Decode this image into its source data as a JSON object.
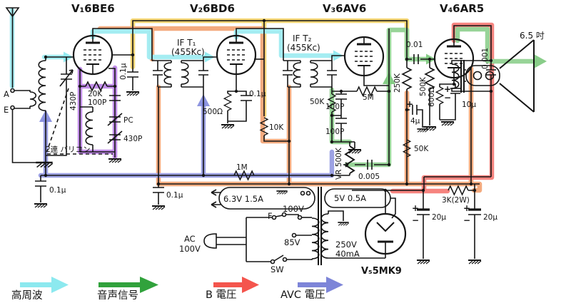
{
  "tubes": {
    "v1": "V₁6BE6",
    "v2": "V₂6BD6",
    "v3": "V₃6AV6",
    "v4": "V₄6AR5",
    "v5": "V₅5MK9"
  },
  "ift": {
    "t1a": "IF T₁",
    "t1b": "(455Kc)",
    "t2a": "IF T₂",
    "t2b": "(455Kc)"
  },
  "terminals": {
    "a": "A",
    "e": "E"
  },
  "labels": {
    "ant_cap": "430P",
    "varicon": "2連 バリコン",
    "osc_r": "20K",
    "osc_c": "100P",
    "osc_pc": "PC",
    "osc_pad": "430P",
    "scr_c": "0.1μ",
    "cath_r": "500Ω",
    "cath_c": "0.1μ",
    "scr_r": "10K",
    "avc_r": "1M",
    "avc_c": "0.1μ",
    "b_c": "0.1μ",
    "det_r": "50K",
    "det_c1": "100P",
    "det_c2": "100P",
    "det_r2": "5M",
    "vr": "VR 500K",
    "cpl1": "0.005",
    "plate_r": "250K",
    "grid_r": "500K",
    "cpl2": "0.01",
    "dec_c": "4μ",
    "dec_r": "50K",
    "out_cath_r": "600Ω",
    "out_cath_c": "10μ",
    "out_c": "0.001",
    "spk": "6.5 吋",
    "filt_r": "3K(2W)",
    "filt_c1": "20μ",
    "filt_c2": "20μ",
    "plus": "+",
    "minus": "−"
  },
  "power": {
    "heater": "6.3V 1.5A",
    "fuse": "F",
    "tap100": "100V",
    "tap85": "85V",
    "ac1": "AC",
    "ac2": "100V",
    "sw": "SW",
    "fil5": "5V 0.5A",
    "hv1": "250V",
    "hv2": "40mA"
  },
  "legend": [
    {
      "label": "高周波",
      "color": "#8ce9ef"
    },
    {
      "label": "音声信号",
      "color": "#31a23c"
    },
    {
      "label": "B 電圧",
      "color": "#f4554d"
    },
    {
      "label": "AVC 電圧",
      "color": "#7d85d8"
    }
  ],
  "colors": {
    "rf": "#8ce9ef",
    "osc": "#b26fe3",
    "screen": "#f3cb4e",
    "b_plus": "#f0935a",
    "b_red": "#f4625c",
    "audio": "#7cc87c",
    "avc": "#8289dd"
  }
}
